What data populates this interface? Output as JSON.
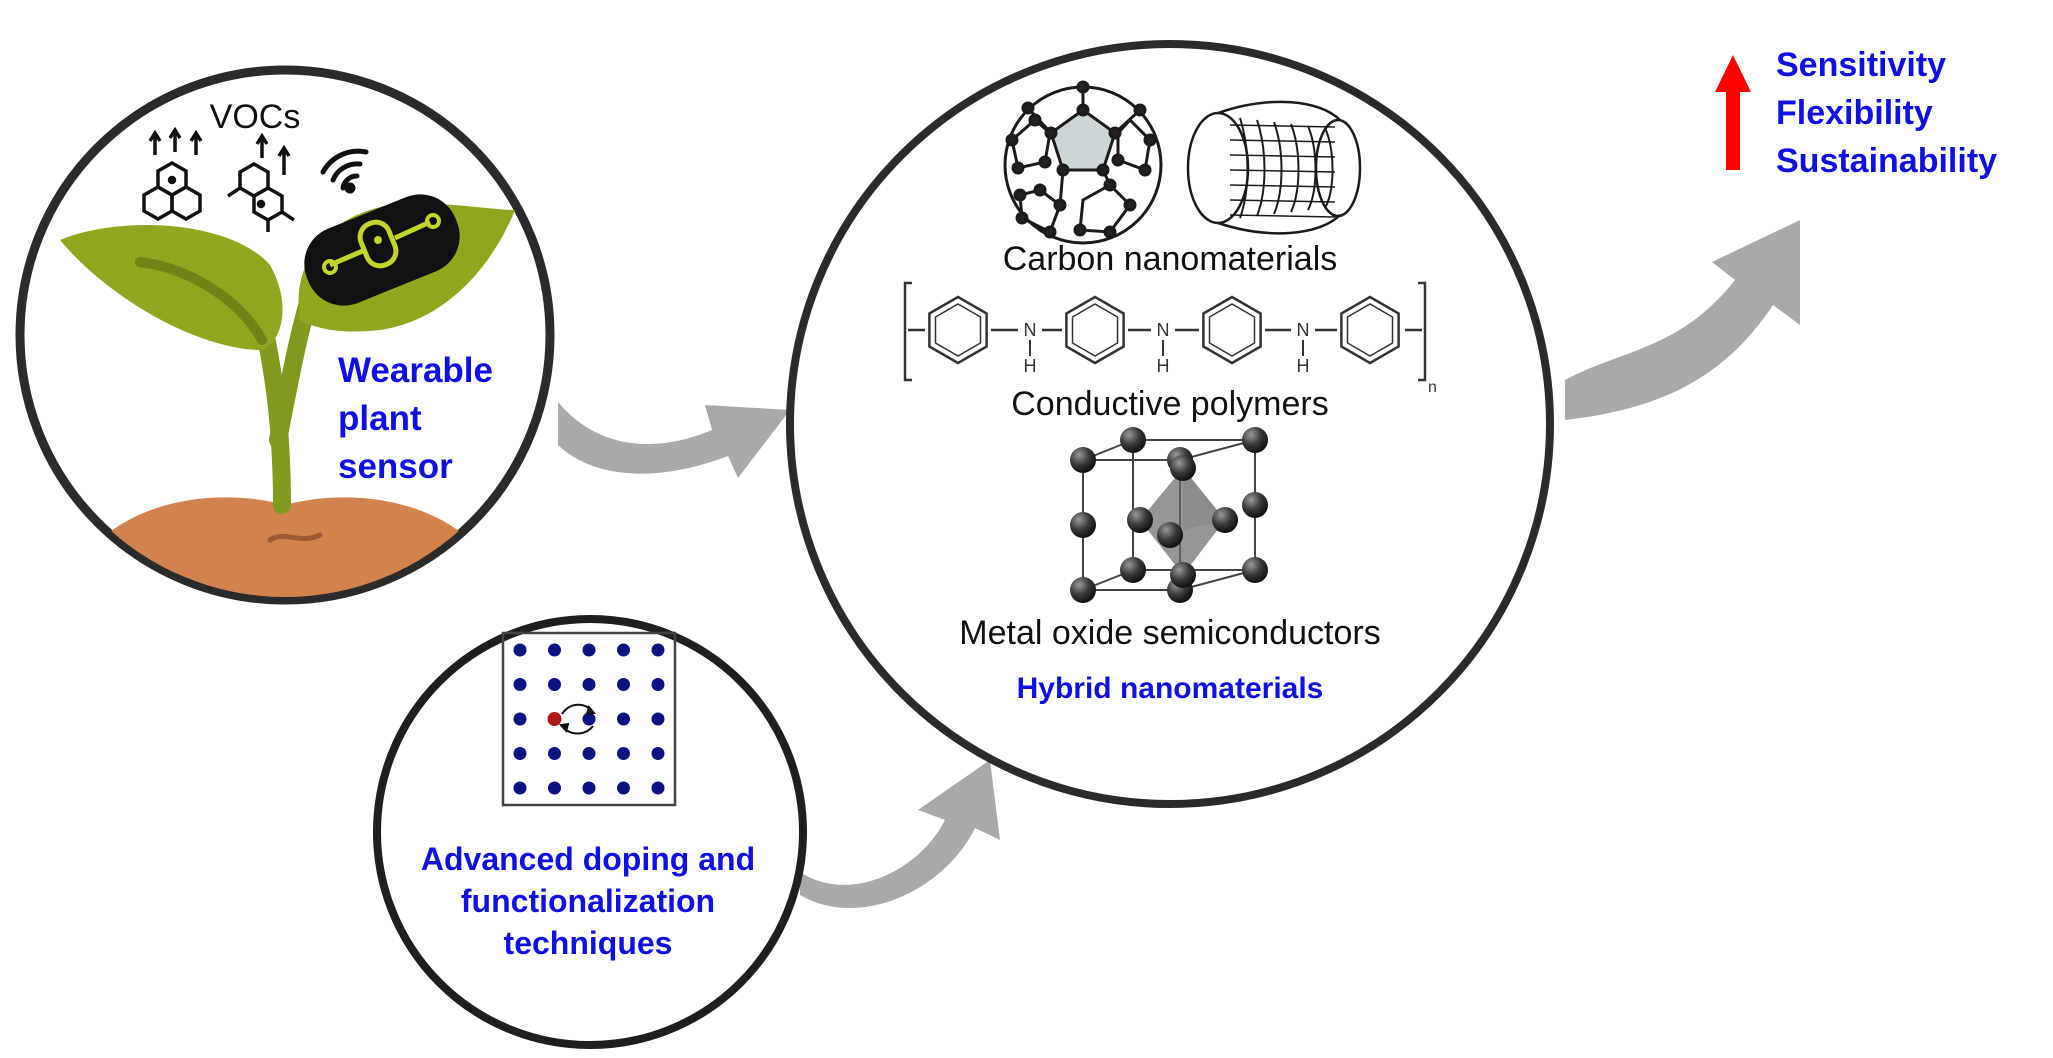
{
  "plant_panel": {
    "vocs_label": "VOCs",
    "title_lines": [
      "Wearable",
      "plant",
      "sensor"
    ]
  },
  "doping_panel": {
    "title_lines": [
      "Advanced doping and",
      "functionalization",
      "techniques"
    ]
  },
  "materials_panel": {
    "carbon_label": "Carbon nanomaterials",
    "polymer_label": "Conductive polymers",
    "polymer_atoms": [
      "N",
      "H",
      "N",
      "H",
      "N",
      "H"
    ],
    "polymer_subscript": "n",
    "oxide_label": "Metal oxide semiconductors",
    "hybrid_label": "Hybrid nanomaterials"
  },
  "outcomes": {
    "items": [
      "Sensitivity",
      "Flexibility",
      "Sustainability"
    ],
    "arrow_color": "#ff0000"
  },
  "colors": {
    "label_blue": "#1010e6",
    "arrow_gray": "#a9a9a9",
    "circle_stroke": "#2b2b2b",
    "leaf_green": "#8fa61e",
    "soil": "#d2824d",
    "dopant_red": "#b01818",
    "lattice_blue": "#0b1380"
  },
  "icons": [
    "voc-molecule-icon",
    "wifi-signal-icon",
    "sensor-chip-icon",
    "fullerene-icon",
    "nanotube-icon",
    "crystal-lattice-icon",
    "up-arrow-icon"
  ]
}
